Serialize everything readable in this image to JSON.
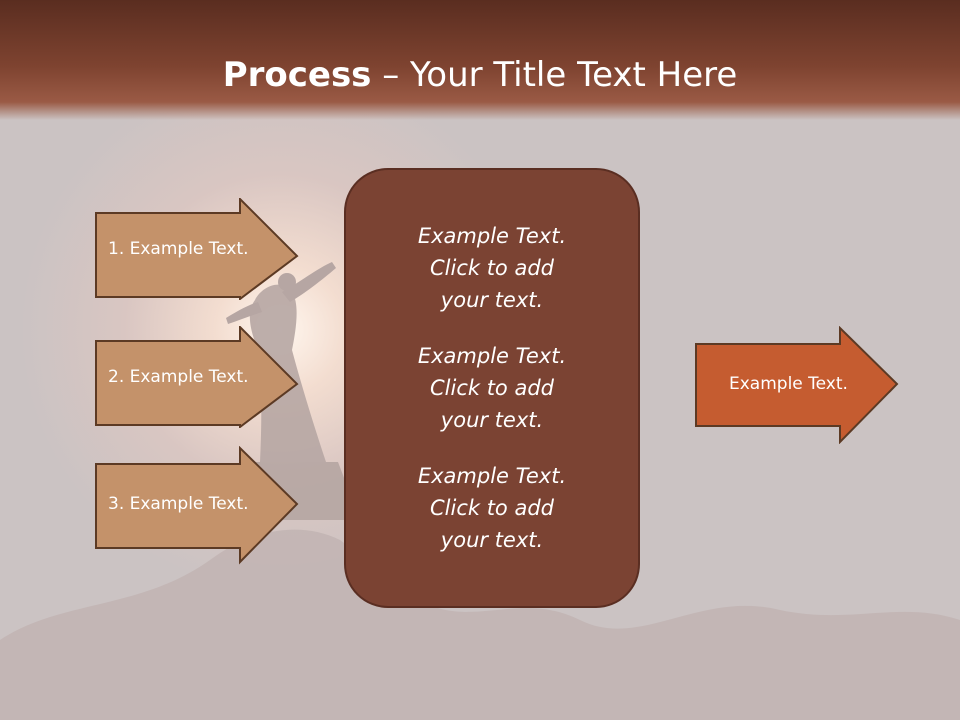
{
  "title": {
    "strong": "Process",
    "rest": " – Your Title Text Here"
  },
  "steps": [
    {
      "label": "1. Example Text."
    },
    {
      "label": "2. Example Text."
    },
    {
      "label": "3. Example Text."
    }
  ],
  "center": {
    "paragraphs": [
      "Example Text.\nClick  to add\nyour text.",
      "Example Text.\nClick  to add\nyour text.",
      "Example Text.\nClick  to add\nyour text."
    ]
  },
  "output": {
    "label": "Example Text."
  },
  "colors": {
    "step_fill": "#c4926a",
    "step_stroke": "#5c3a24",
    "center_fill": "#7b4333",
    "output_fill": "#c55c30",
    "title_band": "#6e3826"
  }
}
